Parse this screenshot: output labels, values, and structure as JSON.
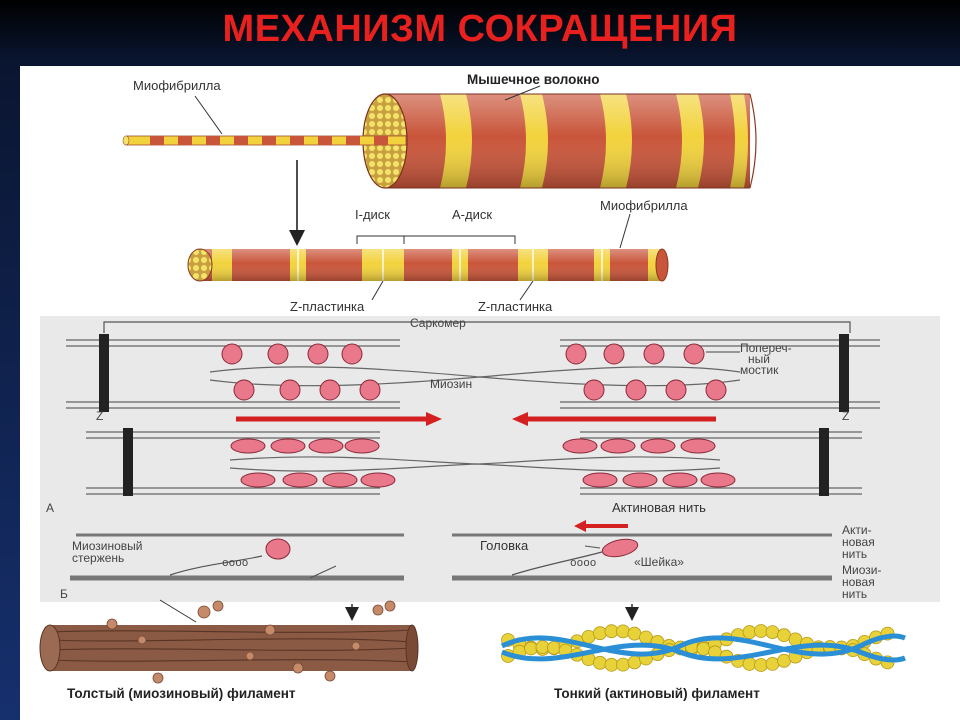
{
  "slide": {
    "title": "МЕХАНИЗМ СОКРАЩЕНИЯ"
  },
  "labels": {
    "myofibril_top": "Миофибрилла",
    "muscle_fiber": "Мышечное волокно",
    "i_disk": "I-диск",
    "a_disk": "A-диск",
    "myofibril_mid": "Миофибрилла",
    "z_plate_left": "Z-пластинка",
    "z_plate_right": "Z-пластинка",
    "sarcomere": "Саркомер",
    "cross_bridge_1": "Попереч-",
    "cross_bridge_2": "ный",
    "cross_bridge_3": "мостик",
    "myosin": "Миозин",
    "z_left": "Z",
    "z_right": "Z",
    "letter_a": "А",
    "actin_thread": "Актиновая нить",
    "myosin_rod_1": "Миозиновый",
    "myosin_rod_2": "стержень",
    "letter_b": "Б",
    "head": "Головка",
    "neck": "«Шейка»",
    "actin_right_1": "Акти-",
    "actin_right_2": "новая",
    "actin_right_3": "нить",
    "myosin_right_1": "Миози-",
    "myosin_right_2": "новая",
    "myosin_right_3": "нить",
    "thick_filament": "Толстый (миозиновый) филамент",
    "thin_filament": "Тонкий (актиновый) филамент"
  },
  "colors": {
    "title": "#e8211f",
    "fiber_red": "#c9553a",
    "fiber_yellow": "#f2d23c",
    "myosin_head": "#e9788a",
    "arrow_red": "#d42020",
    "actin_bead": "#e8d23a",
    "actin_strand": "#2a8fd6",
    "thick_brown": "#8a5a44"
  }
}
